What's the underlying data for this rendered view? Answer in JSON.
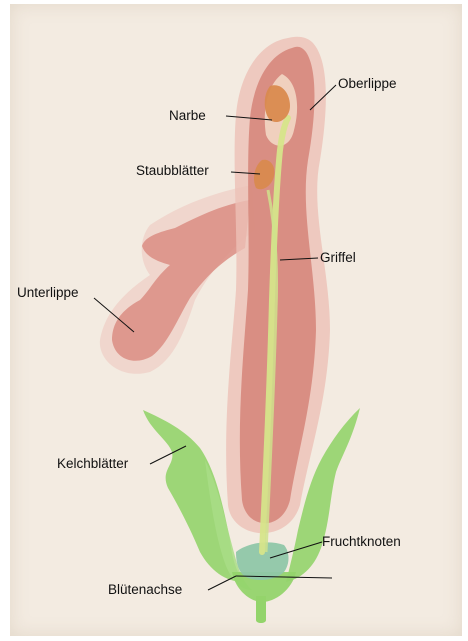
{
  "labels": {
    "oberlippe": "Oberlippe",
    "narbe": "Narbe",
    "staubblaetter": "Staubblätter",
    "griffel": "Griffel",
    "unterlippe": "Unterlippe",
    "kelchblaetter": "Kelchblätter",
    "fruchtknoten": "Fruchtknoten",
    "bluetenachse": "Blütenachse"
  },
  "colors": {
    "paper": "#f3ebe1",
    "petal": "#d8877c",
    "petal_light": "#ecc2b8",
    "leaf": "#93d46b",
    "style": "#d6e58a",
    "anther": "#d98a4e",
    "ovary": "#8fc7a8"
  }
}
